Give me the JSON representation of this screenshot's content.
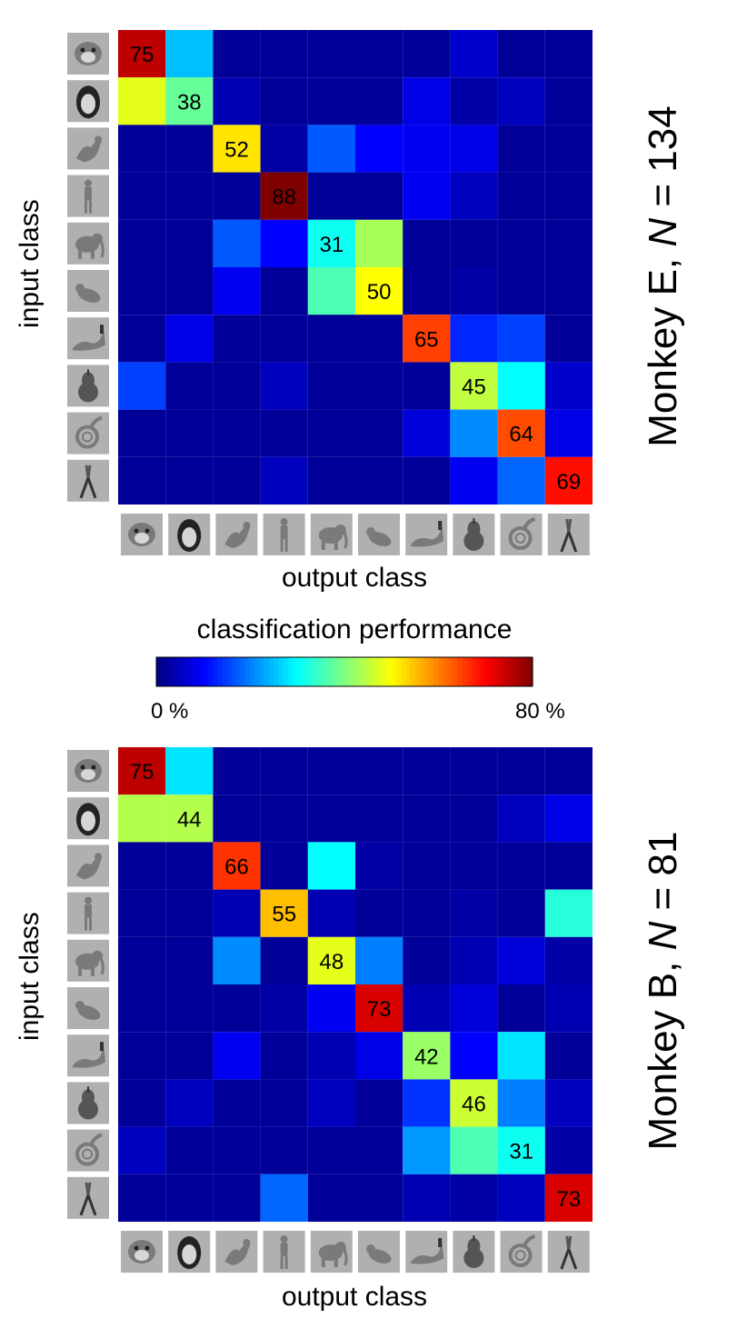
{
  "colorbar": {
    "title": "classification performance",
    "min_label": "0 %",
    "max_label": "80 %",
    "range": [
      0,
      80
    ],
    "colormap": "jet"
  },
  "icons": [
    "monkey-face-icon",
    "human-face-icon",
    "monkey-body-icon",
    "human-body-icon",
    "elephant-icon",
    "pigeon-icon",
    "sculpture-icon",
    "pear-icon",
    "french-horn-icon",
    "pliers-icon"
  ],
  "chart_data": [
    {
      "type": "heatmap",
      "title_main": "Monkey E, ",
      "title_n_symbol": "N",
      "title_n_value": " = 134",
      "xlabel": "output class",
      "ylabel": "input class",
      "zlim": [
        0,
        80
      ],
      "matrix": [
        [
          75,
          25,
          2,
          2,
          2,
          2,
          2,
          6,
          2,
          2
        ],
        [
          48,
          38,
          4,
          2,
          2,
          2,
          8,
          3,
          5,
          2
        ],
        [
          2,
          2,
          52,
          3,
          17,
          10,
          9,
          8,
          2,
          2
        ],
        [
          2,
          2,
          2,
          88,
          2,
          2,
          9,
          5,
          2,
          2
        ],
        [
          2,
          2,
          17,
          10,
          31,
          43,
          2,
          2,
          2,
          2
        ],
        [
          2,
          2,
          9,
          2,
          36,
          50,
          2,
          3,
          2,
          2
        ],
        [
          2,
          8,
          2,
          2,
          2,
          2,
          65,
          13,
          15,
          2
        ],
        [
          15,
          2,
          2,
          5,
          2,
          2,
          2,
          45,
          30,
          6
        ],
        [
          2,
          2,
          2,
          2,
          2,
          2,
          7,
          21,
          64,
          8
        ],
        [
          2,
          2,
          2,
          5,
          2,
          2,
          2,
          9,
          18,
          69
        ]
      ]
    },
    {
      "type": "heatmap",
      "title_main": "Monkey B, ",
      "title_n_symbol": "N",
      "title_n_value": " = 81",
      "xlabel": "output class",
      "ylabel": "input class",
      "zlim": [
        0,
        80
      ],
      "matrix": [
        [
          75,
          28,
          2,
          2,
          2,
          2,
          2,
          2,
          2,
          2
        ],
        [
          44,
          44,
          2,
          2,
          2,
          2,
          2,
          2,
          5,
          8
        ],
        [
          2,
          2,
          66,
          2,
          30,
          3,
          2,
          2,
          2,
          2
        ],
        [
          2,
          2,
          4,
          55,
          4,
          2,
          2,
          3,
          2,
          33
        ],
        [
          2,
          2,
          21,
          2,
          48,
          20,
          2,
          4,
          7,
          3
        ],
        [
          2,
          2,
          2,
          3,
          9,
          73,
          4,
          7,
          2,
          4
        ],
        [
          2,
          2,
          9,
          2,
          4,
          8,
          42,
          10,
          28,
          2
        ],
        [
          2,
          5,
          2,
          2,
          5,
          2,
          14,
          46,
          20,
          5
        ],
        [
          5,
          2,
          2,
          2,
          2,
          2,
          22,
          36,
          31,
          3
        ],
        [
          2,
          2,
          2,
          18,
          2,
          2,
          4,
          3,
          5,
          73
        ]
      ]
    }
  ]
}
